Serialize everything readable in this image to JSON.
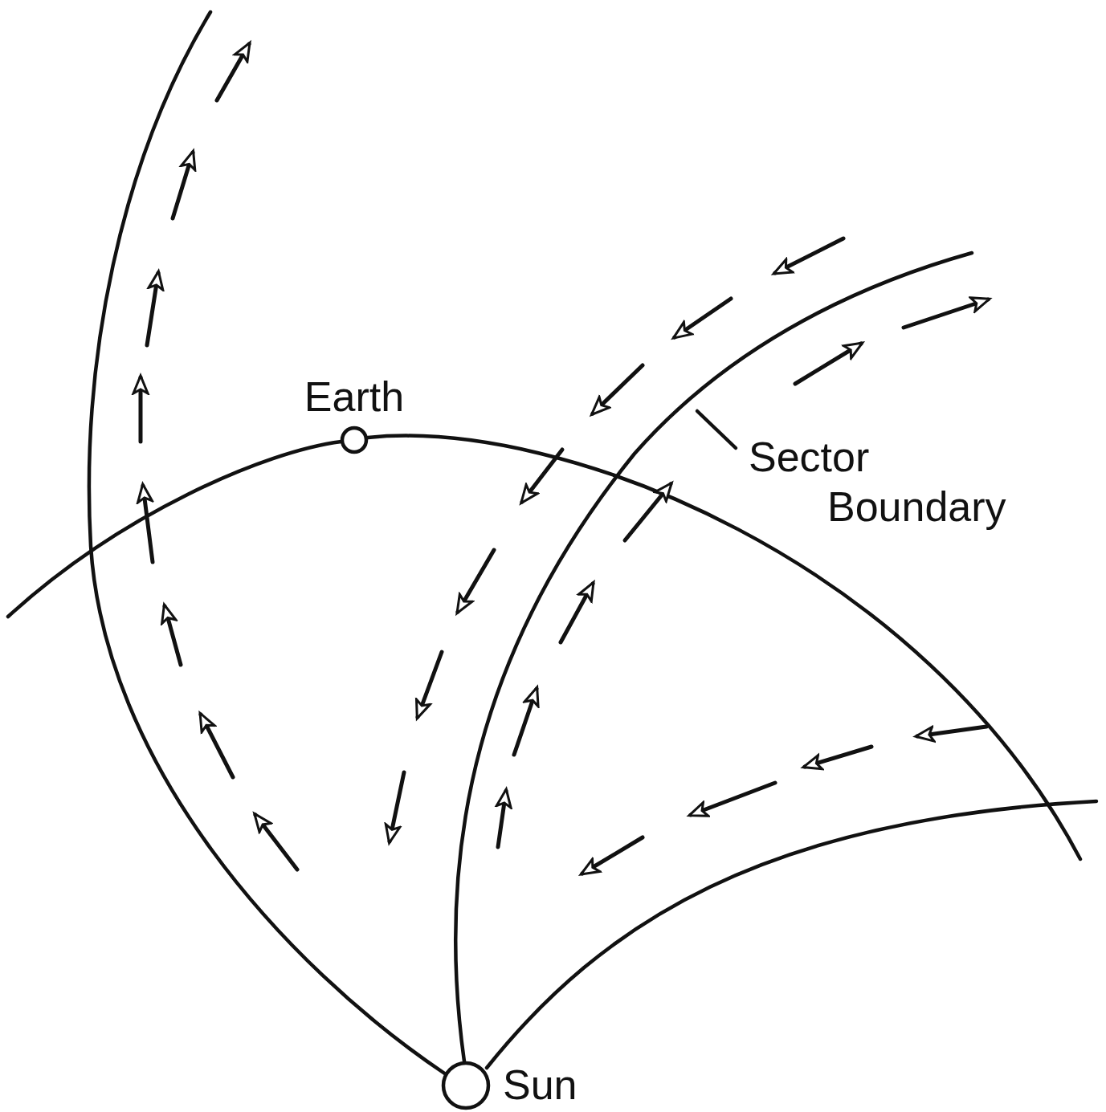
{
  "diagram": {
    "nodes": [
      {
        "text": [
          "Earth"
        ]
      },
      {
        "text": [
          "Sun"
        ]
      }
    ],
    "labels": [
      "Sector Boundary"
    ]
  }
}
